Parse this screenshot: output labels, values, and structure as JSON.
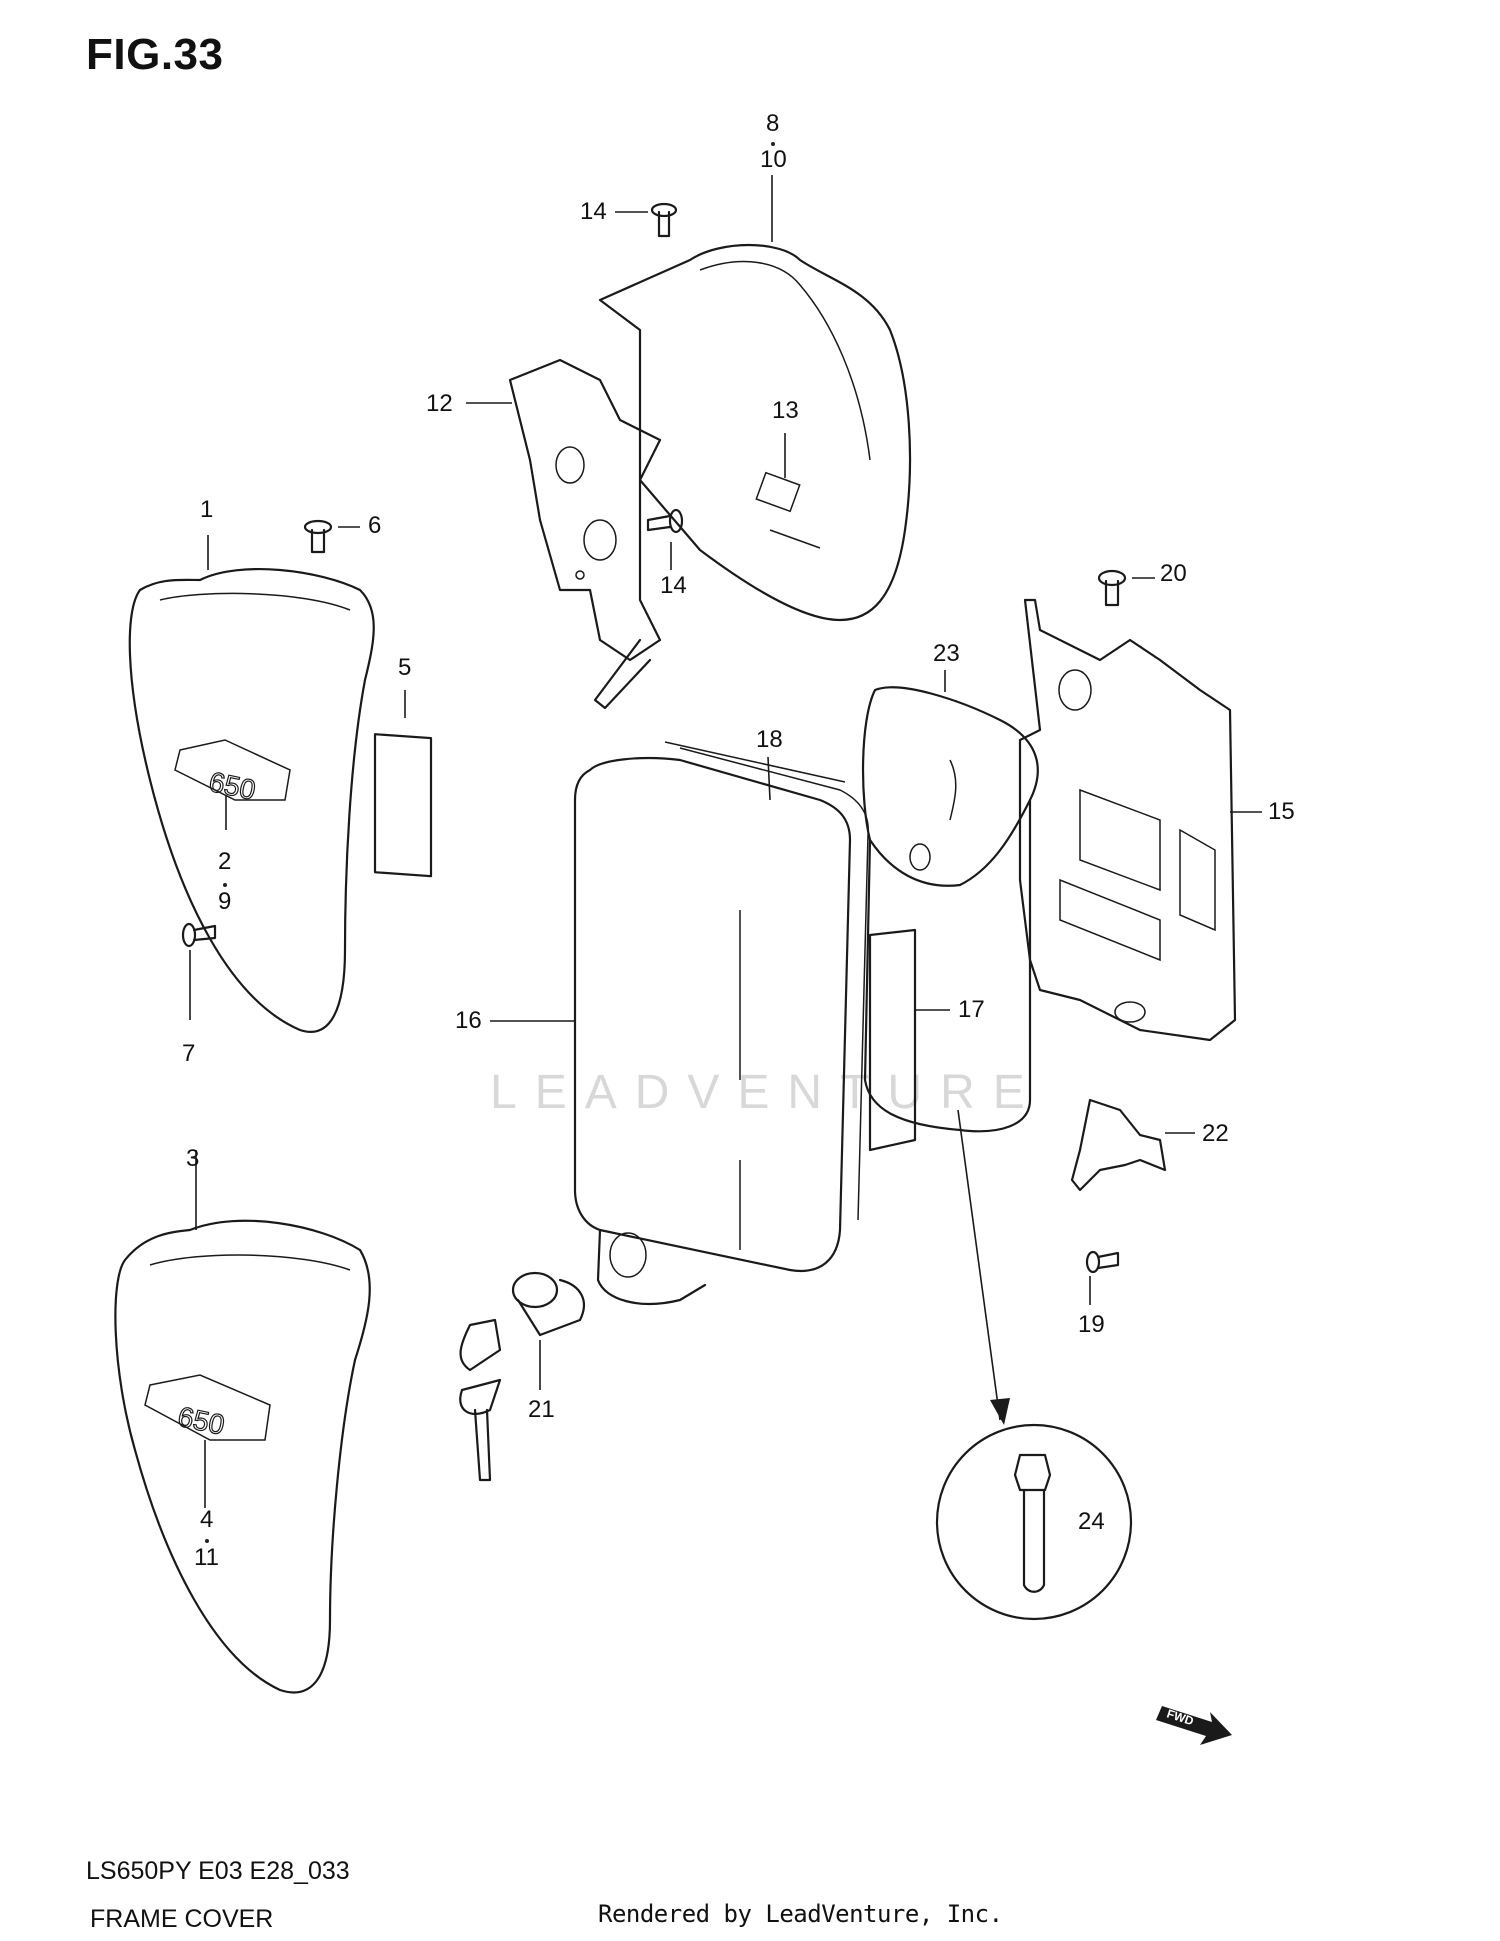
{
  "figure": {
    "title": "FIG.33",
    "model_code": "LS650PY E03 E28_033",
    "name": "FRAME COVER",
    "credit": "Rendered by LeadVenture, Inc.",
    "watermark": "LEADVENTURE"
  },
  "callouts": {
    "c1": "1",
    "c2": "2",
    "c3": "3",
    "c4": "4",
    "c5": "5",
    "c6": "6",
    "c7": "7",
    "c8": "8",
    "c9": "9",
    "c10": "10",
    "c11": "11",
    "c12": "12",
    "c13": "13",
    "c14a": "14",
    "c14b": "14",
    "c15": "15",
    "c16": "16",
    "c17": "17",
    "c18": "18",
    "c19": "19",
    "c20": "20",
    "c21": "21",
    "c22": "22",
    "c23": "23",
    "c24": "24"
  },
  "fwd_label": "FWD"
}
